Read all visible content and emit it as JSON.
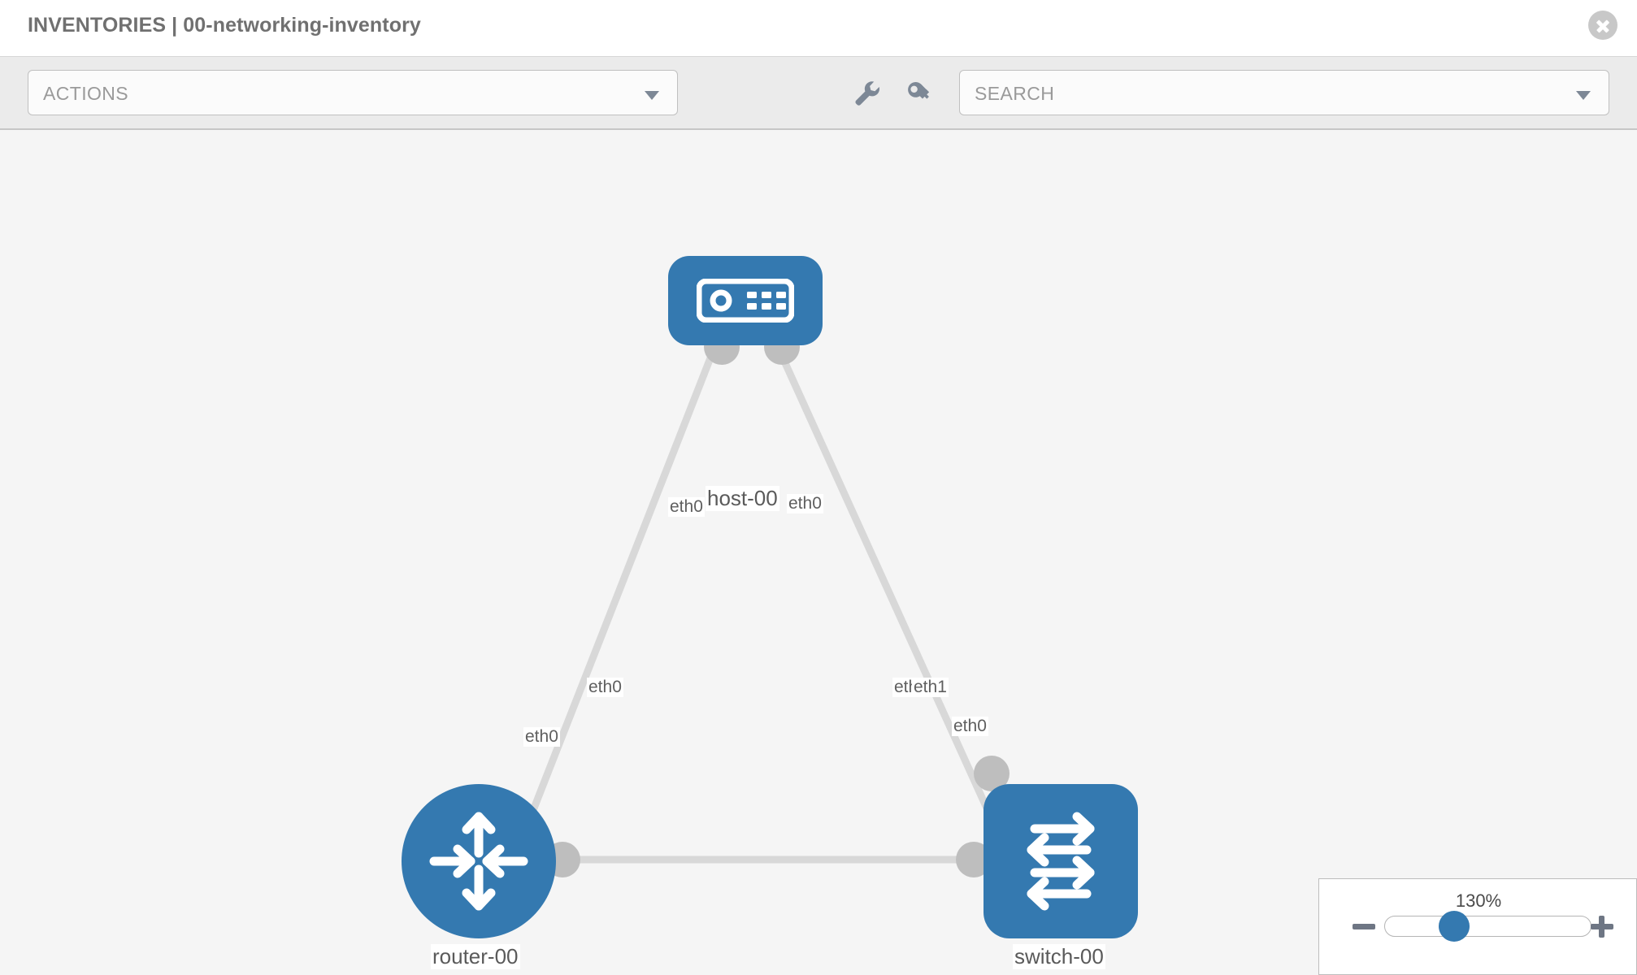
{
  "header": {
    "title": "INVENTORIES | 00-networking-inventory",
    "close_icon": "close-circle-icon"
  },
  "toolbar": {
    "actions_label": "ACTIONS",
    "actions_caret_icon": "chevron-down-icon",
    "wrench_icon": "wrench-icon",
    "key_icon": "key-icon",
    "search_placeholder": "SEARCH",
    "search_value": "",
    "search_caret_icon": "chevron-down-icon"
  },
  "topology": {
    "nodes": [
      {
        "id": "host-00",
        "label": "host-00",
        "type": "host",
        "icon": "server-icon",
        "color": "#3479b0"
      },
      {
        "id": "router-00",
        "label": "router-00",
        "type": "router",
        "icon": "router-arrows-icon",
        "color": "#3479b0"
      },
      {
        "id": "switch-00",
        "label": "switch-00",
        "type": "switch",
        "icon": "switch-arrows-icon",
        "color": "#3479b0"
      }
    ],
    "links": [
      {
        "from": "host-00",
        "from_iface": "eth0",
        "to": "router-00",
        "to_iface": "eth0"
      },
      {
        "from": "host-00",
        "from_iface": "eth0",
        "to": "switch-00",
        "to_iface": "eth0"
      },
      {
        "from": "router-00",
        "from_iface": "eth0",
        "to": "switch-00",
        "to_iface": "eth1"
      }
    ],
    "iface_labels": [
      {
        "name": "host-left-eth0",
        "text": "eth0"
      },
      {
        "name": "host-right-eth0",
        "text": "eth0"
      },
      {
        "name": "router-up-eth0",
        "text": "eth0"
      },
      {
        "name": "switch-up-eth0",
        "text": "eth0"
      },
      {
        "name": "router-right-eth0",
        "text": "eth0"
      },
      {
        "name": "switch-left-eth0",
        "text": "eth0"
      },
      {
        "name": "switch-left-eth1",
        "text": "eth1"
      }
    ]
  },
  "zoom_control": {
    "value_label": "130%",
    "minus_icon": "minus-icon",
    "plus_icon": "plus-icon",
    "slider_value": 130,
    "slider_min": 0,
    "slider_max": 200
  },
  "colors": {
    "node_blue": "#3479b0",
    "canvas_bg": "#f5f5f5",
    "toolbar_bg": "#ebebeb",
    "edge_gray": "#d8d8d8",
    "nub_gray": "#bebebe"
  }
}
